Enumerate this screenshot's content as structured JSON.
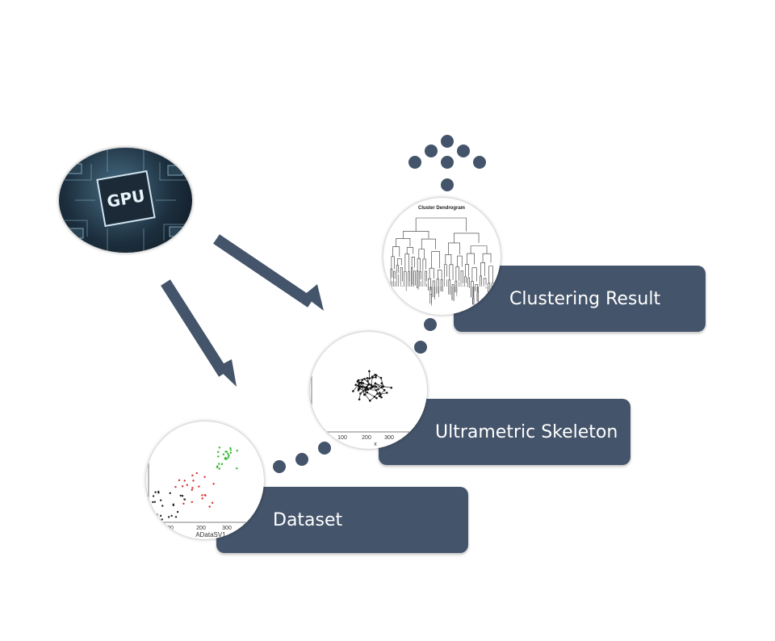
{
  "colors": {
    "box": "#44546a",
    "arrow": "#44546a",
    "text": "#ffffff"
  },
  "gpu": {
    "chip_label": "GPU"
  },
  "stages": {
    "dataset": {
      "label": "Dataset",
      "axis_ticks": [
        "100",
        "200",
        "300"
      ],
      "axis_label": "ADataSV1"
    },
    "skeleton": {
      "label": "Ultrametric Skeleton",
      "axis_ticks": [
        "100",
        "200",
        "300"
      ],
      "axis_label": "x"
    },
    "result": {
      "label": "Clustering Result",
      "title": "Cluster Dendrogram"
    }
  }
}
